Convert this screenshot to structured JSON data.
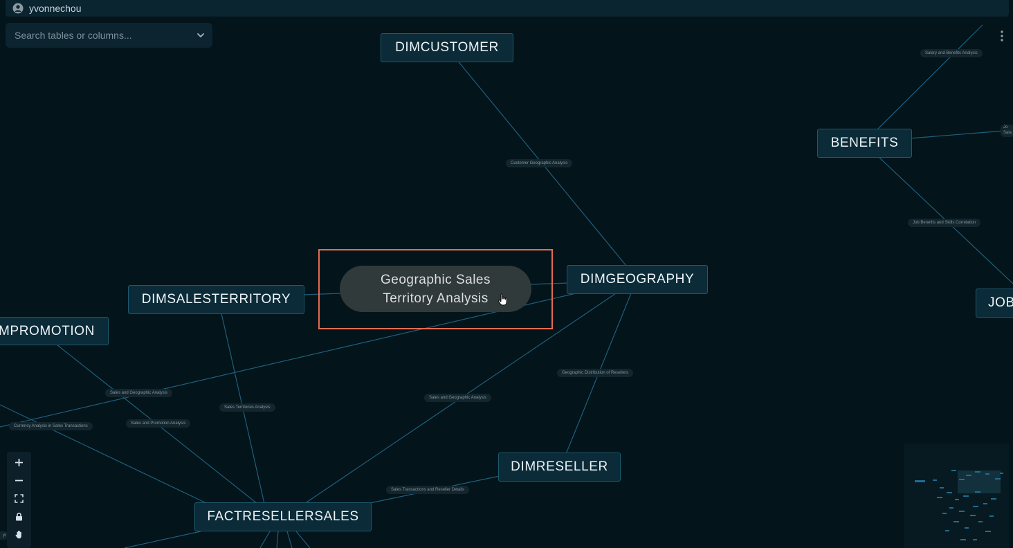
{
  "user": {
    "name": "yvonnechou",
    "icon": "user-circle-icon"
  },
  "search": {
    "placeholder": "Search tables or columns...",
    "value": ""
  },
  "menu": {
    "icon": "kebab-menu-icon"
  },
  "nodes": {
    "dimcustomer": "DIMCUSTOMER",
    "benefits": "BENEFITS",
    "dimsalesterritory": "DIMSALESTERRITORY",
    "dimgeography": "DIMGEOGRAPHY",
    "dimpromotion": "MPROMOTION",
    "job": "JOB",
    "dimreseller": "DIMRESELLER",
    "factresellersales": "FACTRESELLERSALES"
  },
  "analysis_node": {
    "line1": "Geographic Sales",
    "line2": "Territory Analysis",
    "highlight_color": "#e56b52"
  },
  "edge_labels": {
    "salary_benefits": "Salary and Benefits Analysis",
    "customer_geo": "Customer Geographic Analysis",
    "job_benefits": "Job Benefits and Skills Correlation",
    "geo_resellers": "Geographic Distribution of Resellers",
    "sales_geo_1": "Sales and Geographic Analysis",
    "sales_geo_2": "Sales and Geographic Analysis",
    "sales_territories": "Sales Territories Analysis",
    "sales_promotion": "Sales and Promotion Analysis",
    "currency": "Currency Analysis in Sales Transactions",
    "reseller_details": "Sales Transactions and Reseller Details",
    "job_partial": "Jo",
    "sala_partial": "Sala",
    "left_partial": "yi"
  },
  "controls": {
    "zoom_in": "plus-icon",
    "zoom_out": "minus-icon",
    "fit_view": "fit-view-icon",
    "lock": "lock-icon",
    "pan": "hand-icon"
  },
  "colors": {
    "background": "#03141b",
    "node_fill": "#0b2b38",
    "node_border": "#1d5a70",
    "edge": "#1f5f7c",
    "analysis_fill": "#313a3b"
  }
}
